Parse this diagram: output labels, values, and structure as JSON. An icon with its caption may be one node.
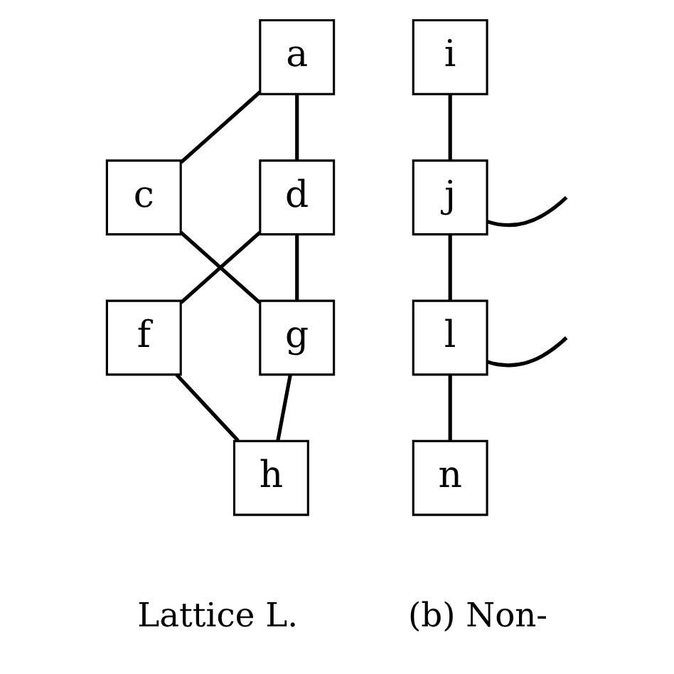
{
  "diagram": {
    "nodes": [
      {
        "text": [
          "a"
        ]
      },
      {
        "text": [
          "c"
        ]
      },
      {
        "text": [
          "d"
        ]
      },
      {
        "text": [
          "f"
        ]
      },
      {
        "text": [
          "g"
        ]
      },
      {
        "text": [
          "h"
        ]
      },
      {
        "text": [
          "i"
        ]
      },
      {
        "text": [
          "j"
        ]
      },
      {
        "text": [
          "l"
        ]
      },
      {
        "text": [
          "n"
        ]
      }
    ],
    "edges": [
      {
        "from": 0,
        "to": 1,
        "arrow": "none"
      },
      {
        "from": 0,
        "to": 2,
        "arrow": "none"
      },
      {
        "from": 1,
        "to": 4,
        "arrow": "none"
      },
      {
        "from": 2,
        "to": 3,
        "arrow": "none"
      },
      {
        "from": 2,
        "to": 4,
        "arrow": "none"
      },
      {
        "from": 3,
        "to": 5,
        "arrow": "none"
      },
      {
        "from": 4,
        "to": 5,
        "arrow": "none"
      },
      {
        "from": 6,
        "to": 7,
        "arrow": "none"
      },
      {
        "from": 7,
        "to": 8,
        "arrow": "none"
      },
      {
        "from": 7,
        "to": null,
        "arrow": "none"
      },
      {
        "from": 8,
        "to": null,
        "arrow": "none"
      },
      {
        "from": 8,
        "to": 9,
        "arrow": "none"
      }
    ],
    "labels": [
      "Lattice L.",
      "(b) Non-"
    ]
  }
}
